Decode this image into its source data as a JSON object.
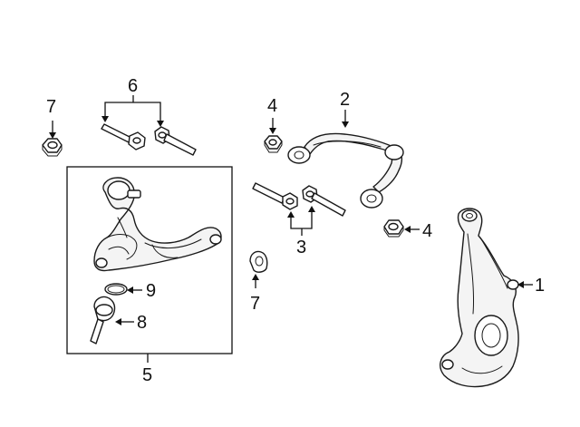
{
  "callouts": {
    "c1": "1",
    "c2": "2",
    "c3": "3",
    "c4a": "4",
    "c4b": "4",
    "c5": "5",
    "c6": "6",
    "c7a": "7",
    "c7b": "7",
    "c8": "8",
    "c9": "9"
  }
}
